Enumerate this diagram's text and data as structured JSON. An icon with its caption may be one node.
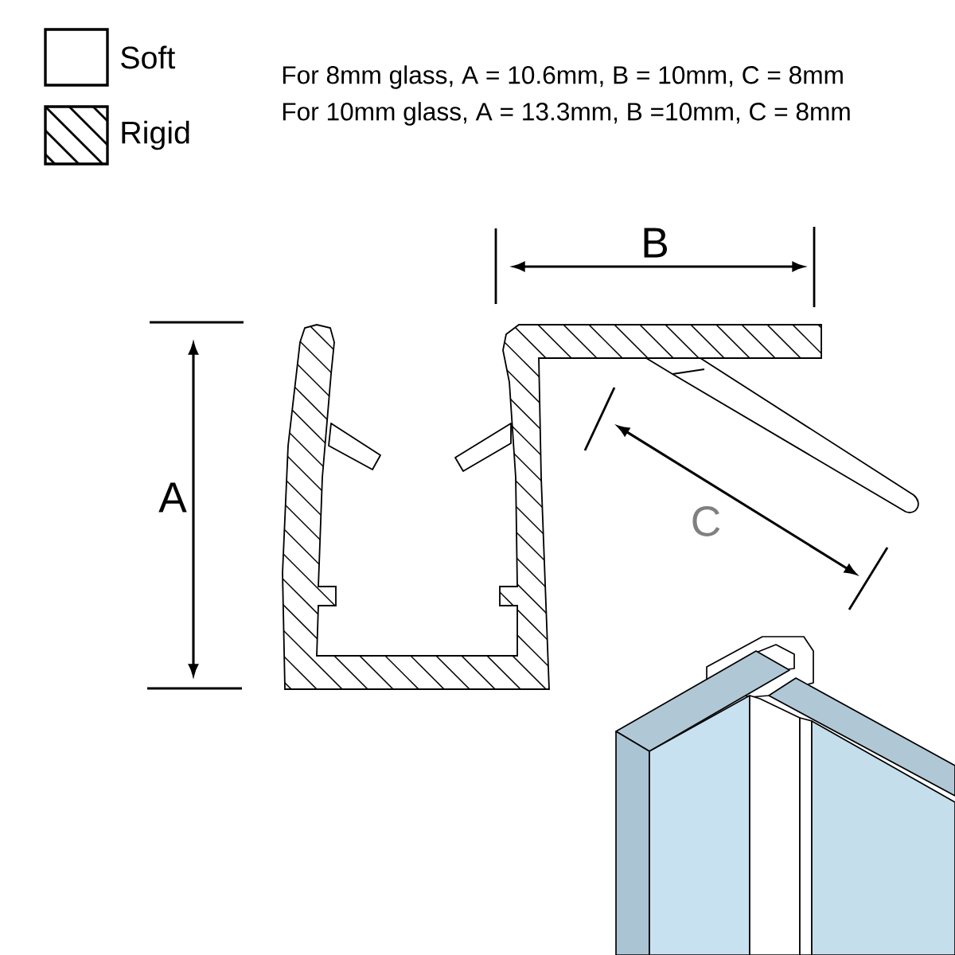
{
  "diagram": {
    "labels": [
      "For 8mm glass, A = 10.6mm, B = 10mm, C = 8mm",
      "For 10mm glass, A = 13.3mm, B =10mm, C = 8mm",
      "B",
      "A",
      "C"
    ],
    "legend": [
      {
        "text": "Soft"
      },
      {
        "text": "Rigid"
      }
    ]
  }
}
